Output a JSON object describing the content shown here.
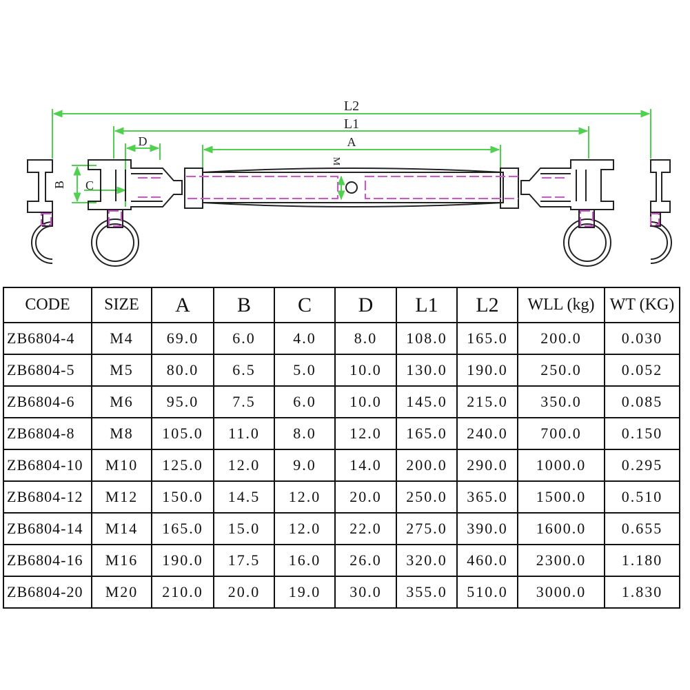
{
  "drawing": {
    "dimension_labels": {
      "L2": "L2",
      "L1": "L1",
      "A": "A",
      "D": "D",
      "M": "M",
      "B": "B",
      "C": "C"
    },
    "colors": {
      "dimension_line": "#4fd14f",
      "hidden_line": "#d64fd6",
      "outline": "#222222"
    }
  },
  "table": {
    "headers": [
      "CODE",
      "SIZE",
      "A",
      "B",
      "C",
      "D",
      "L1",
      "L2",
      "WLL (kg)",
      "WT (KG)"
    ],
    "rows": [
      [
        "ZB6804-4",
        "M4",
        "69.0",
        "6.0",
        "4.0",
        "8.0",
        "108.0",
        "165.0",
        "200.0",
        "0.030"
      ],
      [
        "ZB6804-5",
        "M5",
        "80.0",
        "6.5",
        "5.0",
        "10.0",
        "130.0",
        "190.0",
        "250.0",
        "0.052"
      ],
      [
        "ZB6804-6",
        "M6",
        "95.0",
        "7.5",
        "6.0",
        "10.0",
        "145.0",
        "215.0",
        "350.0",
        "0.085"
      ],
      [
        "ZB6804-8",
        "M8",
        "105.0",
        "11.0",
        "8.0",
        "12.0",
        "165.0",
        "240.0",
        "700.0",
        "0.150"
      ],
      [
        "ZB6804-10",
        "M10",
        "125.0",
        "12.0",
        "9.0",
        "14.0",
        "200.0",
        "290.0",
        "1000.0",
        "0.295"
      ],
      [
        "ZB6804-12",
        "M12",
        "150.0",
        "14.5",
        "12.0",
        "20.0",
        "250.0",
        "365.0",
        "1500.0",
        "0.510"
      ],
      [
        "ZB6804-14",
        "M14",
        "165.0",
        "15.0",
        "12.0",
        "22.0",
        "275.0",
        "390.0",
        "1600.0",
        "0.655"
      ],
      [
        "ZB6804-16",
        "M16",
        "190.0",
        "17.5",
        "16.0",
        "26.0",
        "320.0",
        "460.0",
        "2300.0",
        "1.180"
      ],
      [
        "ZB6804-20",
        "M20",
        "210.0",
        "20.0",
        "19.0",
        "30.0",
        "355.0",
        "510.0",
        "3000.0",
        "1.830"
      ]
    ]
  }
}
